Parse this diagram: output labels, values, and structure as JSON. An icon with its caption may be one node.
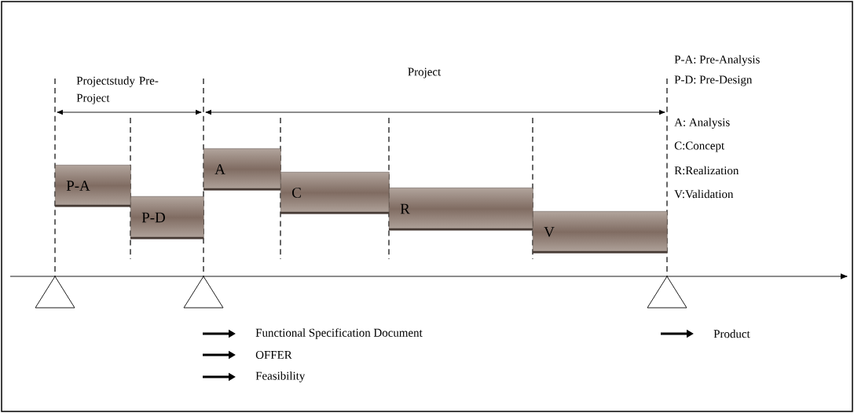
{
  "diagram": {
    "nodes": [
      {
        "text": [
          "P-A"
        ]
      },
      {
        "text": [
          "P-D"
        ]
      },
      {
        "text": [
          "A"
        ]
      },
      {
        "text": [
          "C"
        ]
      },
      {
        "text": [
          "R"
        ]
      },
      {
        "text": [
          "V"
        ]
      }
    ],
    "labels": [
      "Projectstudy Pre-Project",
      "Project",
      "P-A: Pre-Analysis",
      "P-D: Pre-Design",
      "A: Analysis",
      "C:Concept",
      "R:Realization",
      "V:Validation",
      "Functional Specification Document",
      "OFFER",
      "Feasibility",
      "Product"
    ]
  }
}
